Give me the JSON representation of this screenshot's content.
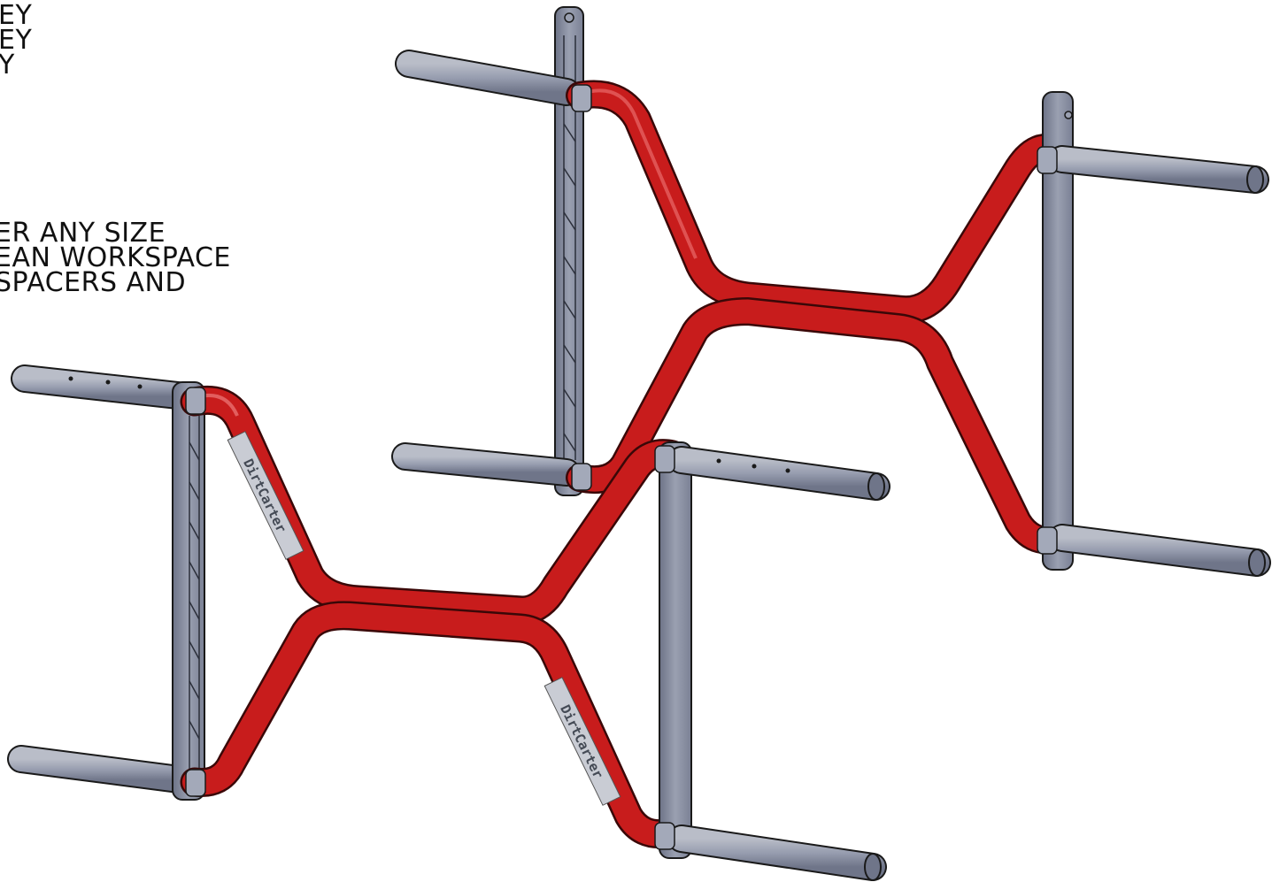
{
  "notes": {
    "top": [
      "EY",
      "EY",
      "Y"
    ],
    "middle": [
      "ER ANY SIZE",
      "EAN WORKSPACE",
      "SPACERS AND"
    ]
  },
  "decal": {
    "text": "DirtCarter"
  },
  "colors": {
    "frame_red": "#c81c1c",
    "plate_gray": "#8c93a6",
    "bar_gray": "#969cac",
    "outline": "#1a1a1a"
  }
}
